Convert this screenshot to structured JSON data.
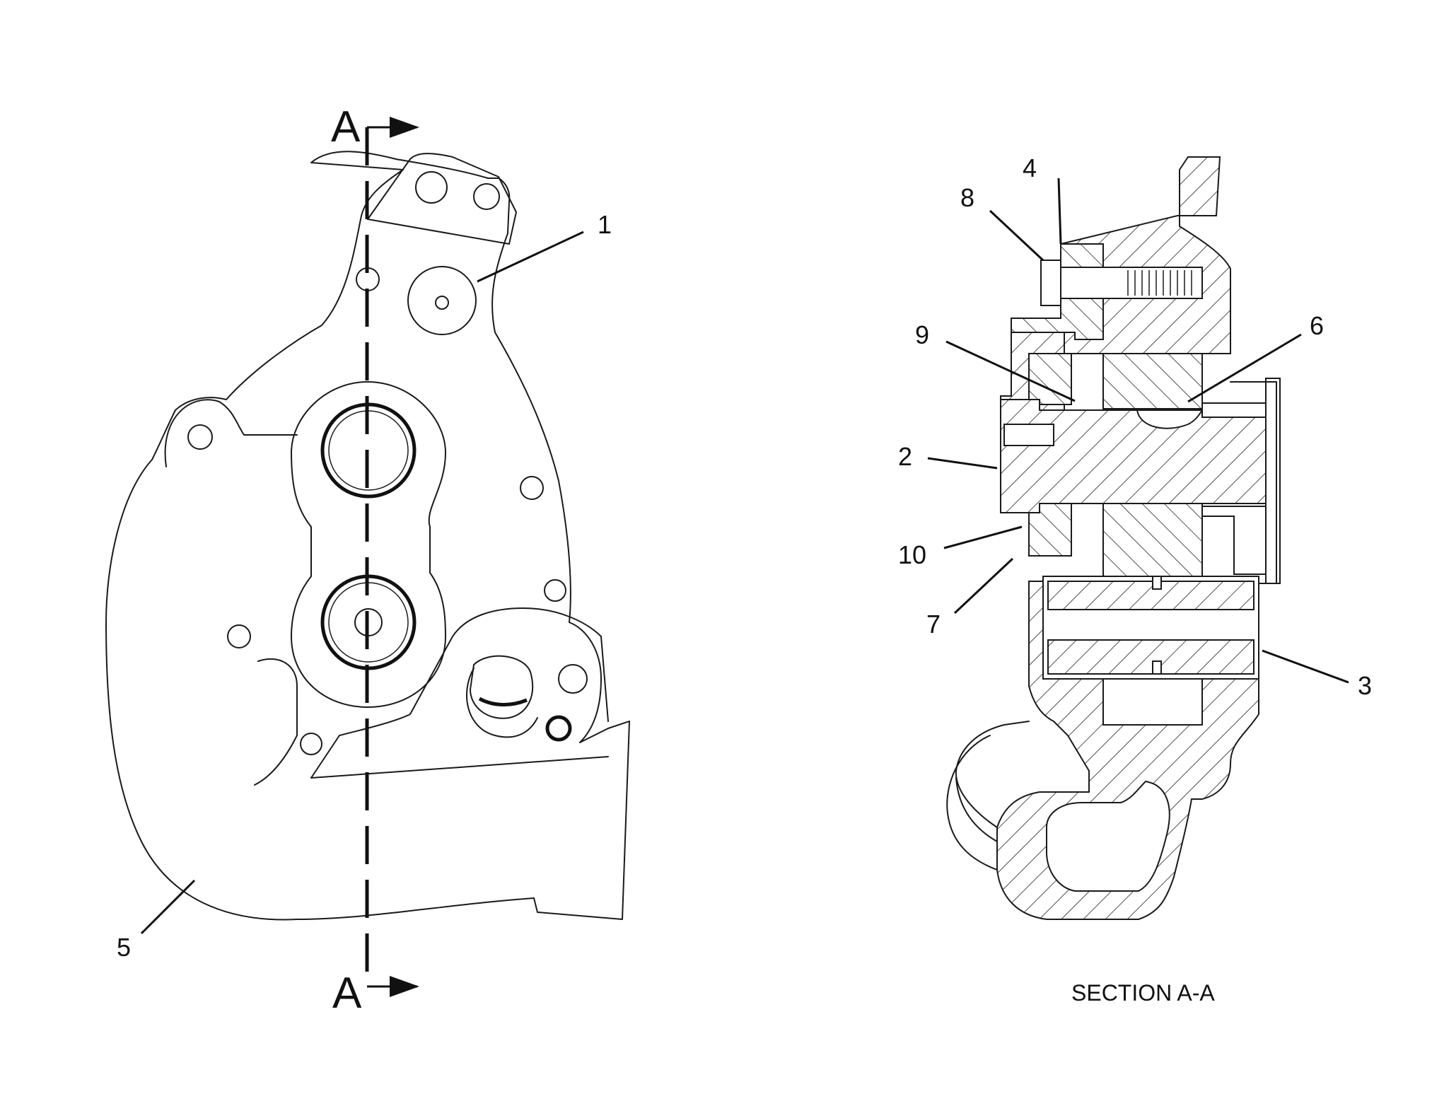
{
  "section_marker": {
    "top": "A",
    "bottom": "A"
  },
  "caption": "SECTION A-A",
  "callouts": {
    "c1": "1",
    "c2": "2",
    "c3": "3",
    "c4": "4",
    "c5": "5",
    "c6": "6",
    "c7": "7",
    "c8": "8",
    "c9": "9",
    "c10": "10"
  }
}
